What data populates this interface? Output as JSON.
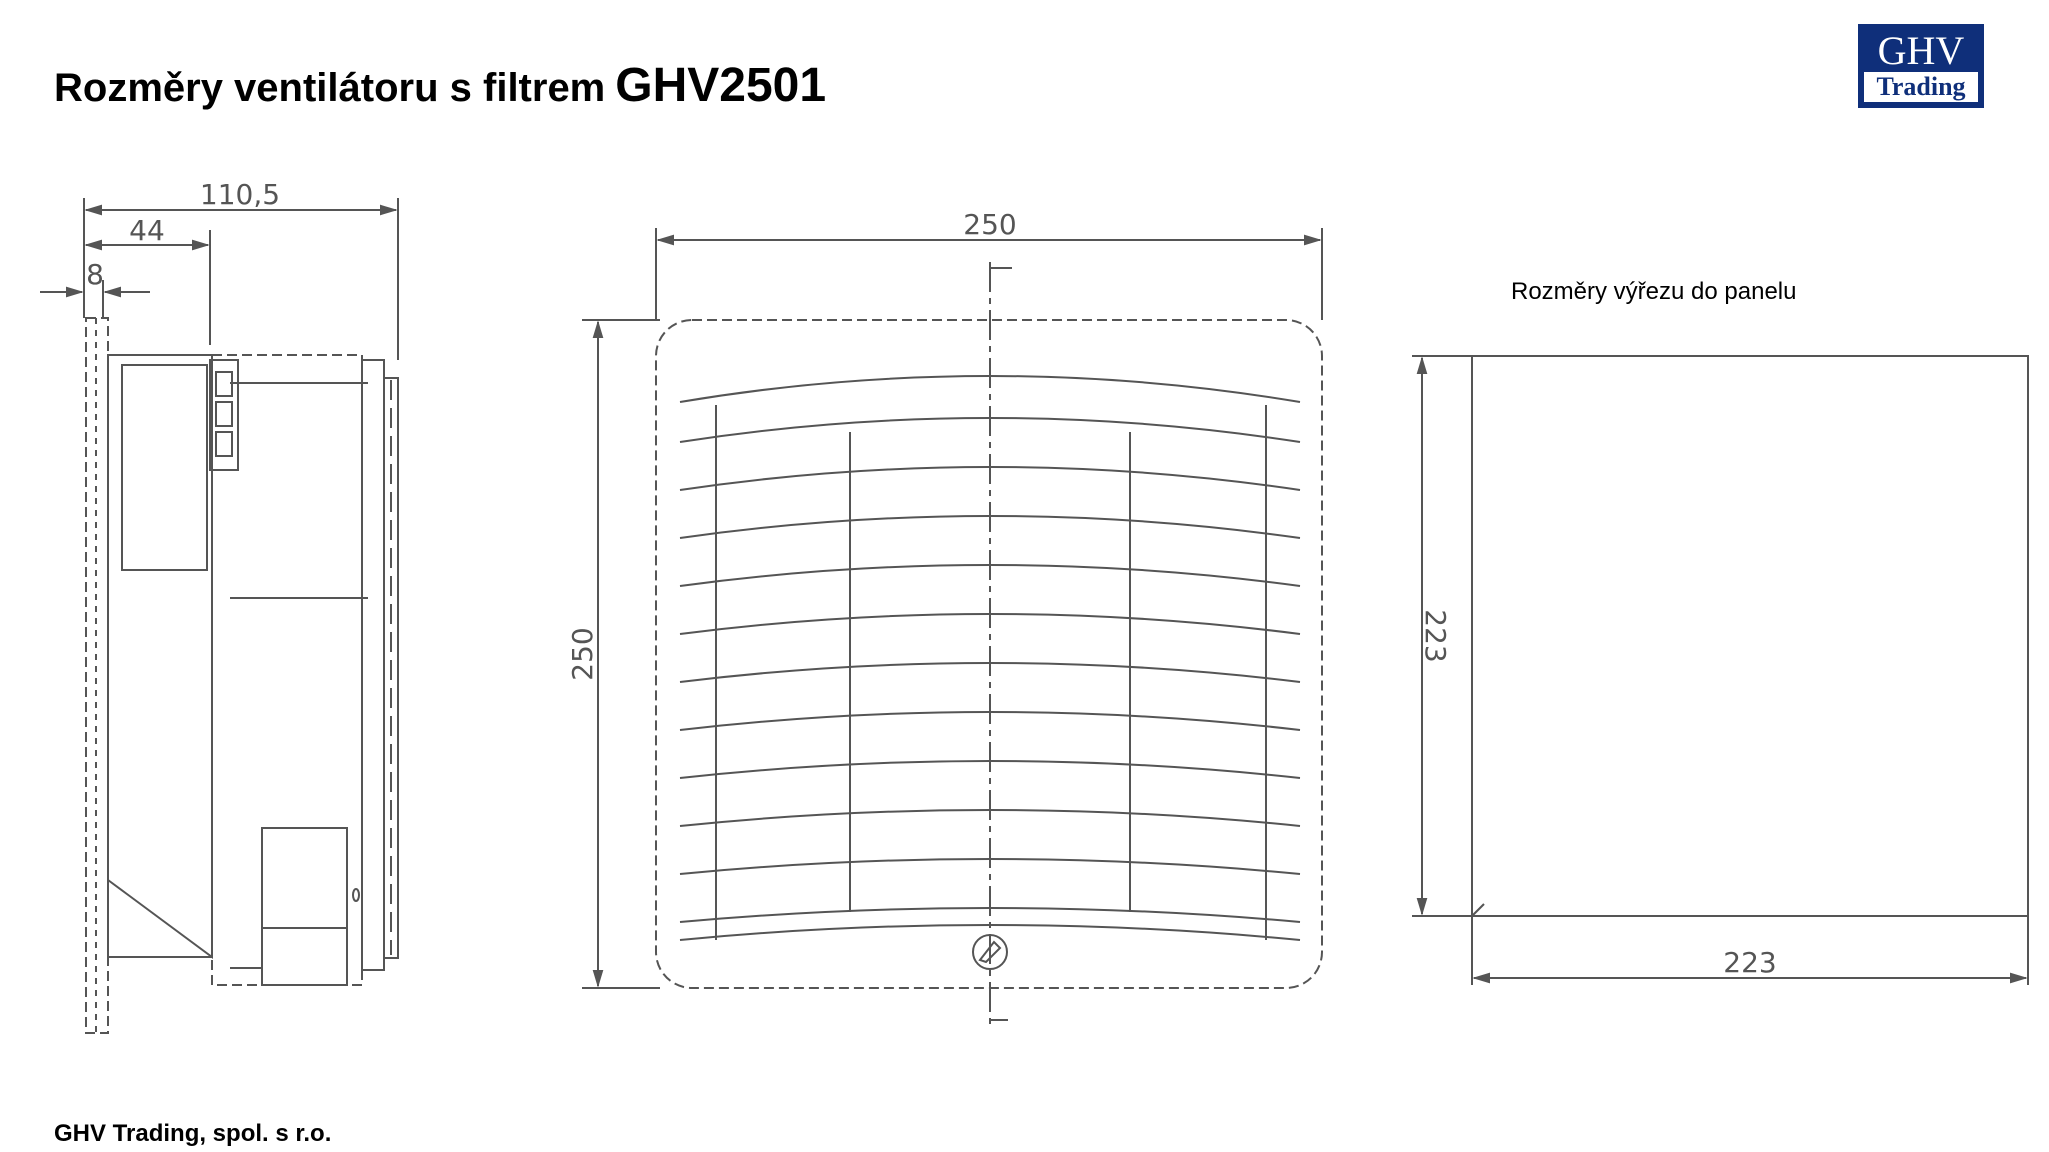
{
  "header": {
    "title": "Rozměry ventilátoru s filtrem",
    "model": "GHV2501"
  },
  "logo": {
    "top": "GHV",
    "bottom": "Trading"
  },
  "side_view": {
    "dim_total": "110,5",
    "dim_middle": "44",
    "dim_small": "8"
  },
  "front_view": {
    "dim_width": "250",
    "dim_height": "250"
  },
  "cutout": {
    "label": "Rozměry výřezu do panelu",
    "dim_width": "223",
    "dim_height": "223"
  },
  "footer": {
    "company": "GHV Trading, spol. s r.o."
  },
  "colors": {
    "line": "#555555",
    "logo_blue": "#0f2f7a"
  }
}
